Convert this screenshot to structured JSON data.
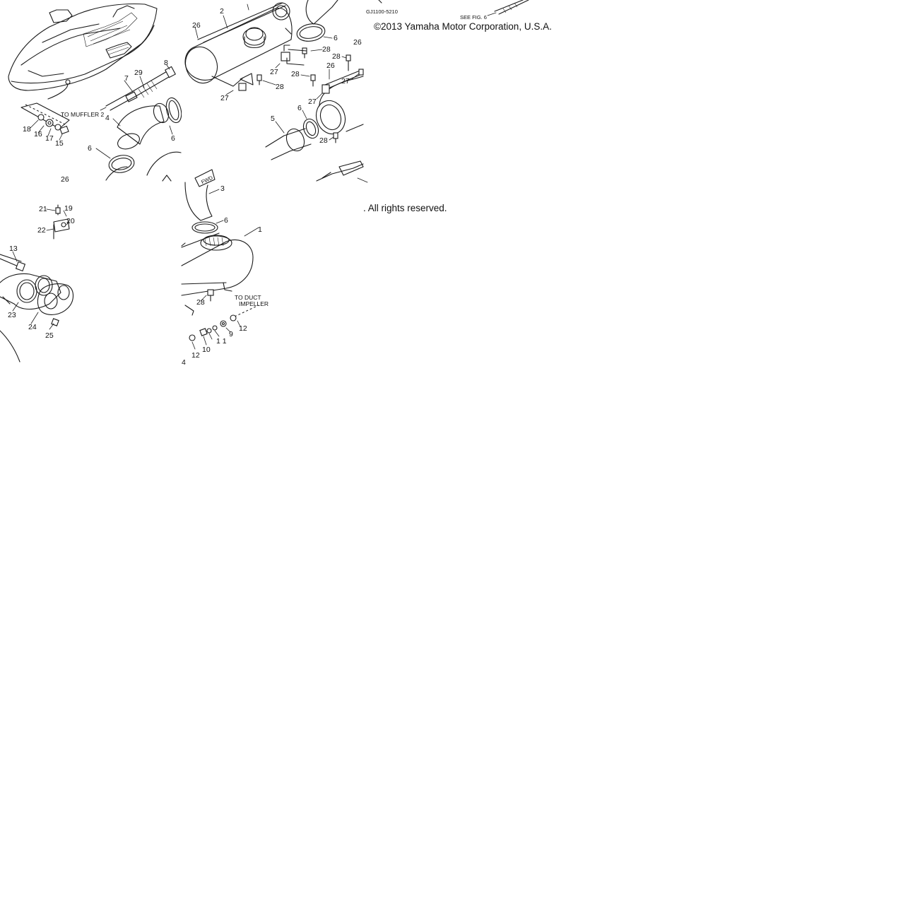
{
  "copyright": {
    "line1": "©2013 Yamaha Motor Corporation, U.S.A.",
    "line2": ". All rights reserved."
  },
  "diagram_code": "GJ1100-5210",
  "notes": {
    "see_fig": "SEE FIG. 6",
    "to_muffler": "TO MUFFLER 2",
    "to_duct_1": "TO DUCT",
    "to_duct_2": "IMPELLER",
    "fwd": "FWD"
  },
  "callouts": {
    "c1": "1",
    "c2": "2",
    "c3": "3",
    "c4": "4",
    "c4b": "4",
    "c5": "5",
    "c6a": "6",
    "c6b": "6",
    "c6c": "6",
    "c6d": "6",
    "c6e": "6",
    "c7": "7",
    "c8": "8",
    "c9": "9",
    "c10": "10",
    "c11": "1 1",
    "c12a": "12",
    "c12b": "12",
    "c13": "13",
    "c15": "15",
    "c16": "16",
    "c17": "17",
    "c18": "18",
    "c19": "19",
    "c20": "20",
    "c21": "21",
    "c22": "22",
    "c23": "23",
    "c24": "24",
    "c25": "25",
    "c26a": "26",
    "c26b": "26",
    "c26c": "26",
    "c26d": "26",
    "c27a": "27",
    "c27b": "27",
    "c27c": "27",
    "c27d": "27",
    "c28a": "28",
    "c28b": "28",
    "c28c": "28",
    "c28d": "28",
    "c28e": "28",
    "c28f": "28",
    "c29": "29"
  }
}
